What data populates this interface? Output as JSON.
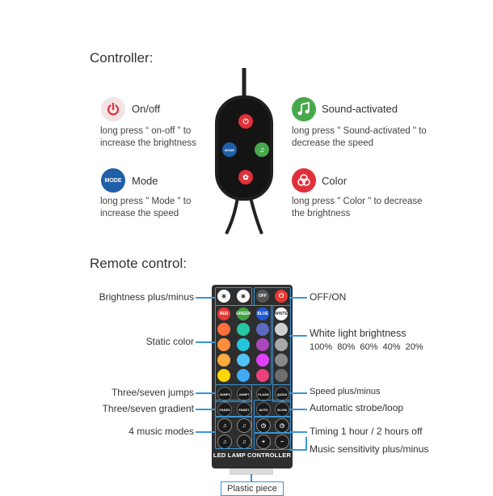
{
  "controller": {
    "heading": "Controller:",
    "features": [
      {
        "title": "On/off",
        "desc": "long press “ on-off ” to increase the brightness",
        "icon": "power-icon",
        "color": "#e0303a"
      },
      {
        "title": "Sound-activated",
        "desc": "long press \" Sound-activated \" to decrease the speed",
        "icon": "music-note-icon",
        "color": "#48a84c"
      },
      {
        "title": "Mode",
        "desc": "long press \" Mode \" to increase the speed",
        "icon": "mode-icon",
        "color": "#1f5fa8",
        "icon_text": "MODE"
      },
      {
        "title": "Color",
        "desc": "long press \" Color \" to decrease the brightness",
        "icon": "color-wheel-icon",
        "color": "#e0303a"
      }
    ]
  },
  "remote": {
    "heading": "Remote control:",
    "brand": "LED LAMP CONTROLLER",
    "labels_left": [
      "Brightness plus/minus",
      "Static color",
      "Three/seven jumps",
      "Three/seven gradient",
      "4 music modes"
    ],
    "labels_right": [
      "OFF/ON",
      "White light brightness",
      "100%  80%  60%  40%  20%",
      "Speed plus/minus",
      "Automatic strobe/loop",
      "Timing 1 hour / 2 hours off",
      "Music sensitivity plus/minus"
    ],
    "plastic_label": "Plastic piece",
    "button_texts": {
      "red": "RED",
      "green": "GREEN",
      "blue": "BLUE",
      "white": "WHITE",
      "off": "OFF",
      "jump3": "JUMP3",
      "jump7": "JUMP7",
      "fade3": "FADE3",
      "fade7": "FADE7",
      "flash": "FLASH",
      "auto": "AUTO",
      "quick": "QUICK",
      "slow": "SLOW"
    },
    "color_columns": [
      [
        "#e53935",
        "#ff6f3c",
        "#ff8f3c",
        "#ffab40",
        "#ffd600"
      ],
      [
        "#43a047",
        "#26c6a0",
        "#26c6da",
        "#4fc3f7",
        "#3fa9f5"
      ],
      [
        "#1e5bd8",
        "#5c6bc0",
        "#ab47bc",
        "#e040fb",
        "#ec407a"
      ],
      [
        "#ffffff",
        "#d0d0d0",
        "#a8a8a8",
        "#8a8a8a",
        "#6e6e6e"
      ]
    ]
  }
}
